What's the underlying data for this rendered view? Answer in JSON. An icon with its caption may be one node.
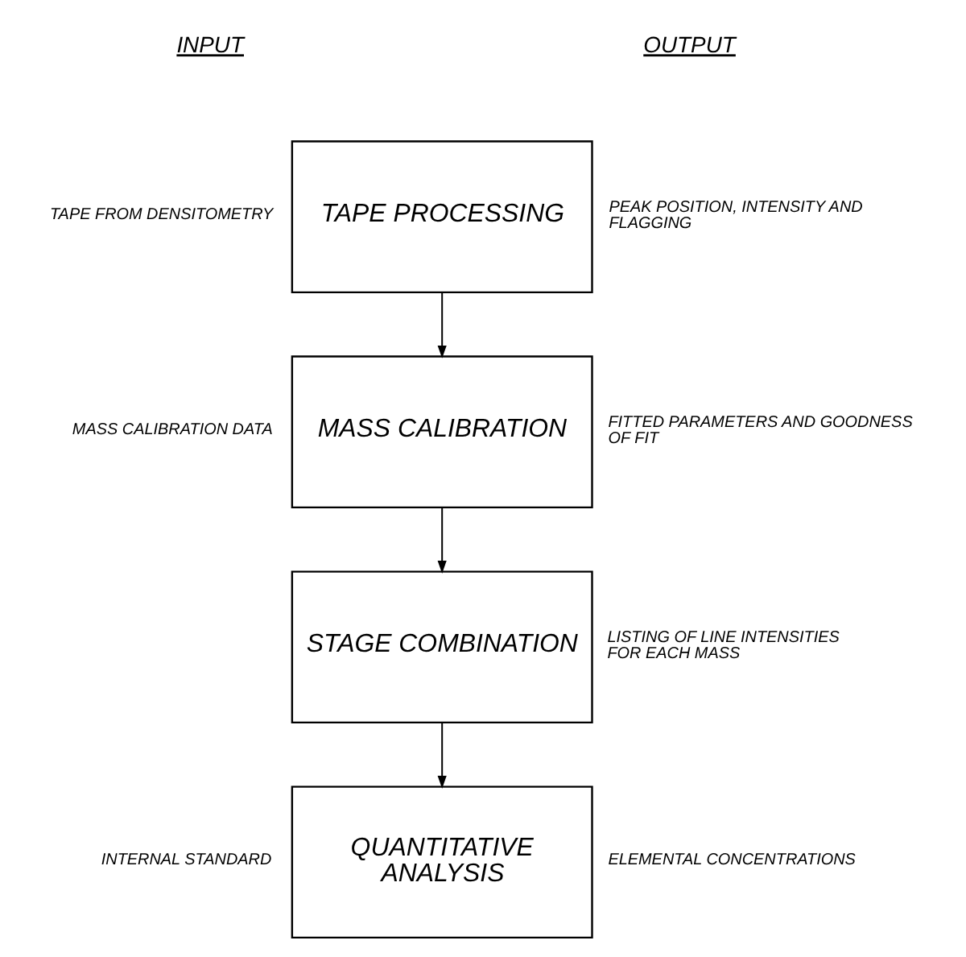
{
  "diagram": {
    "nodes": [
      {
        "text": [
          "TAPE PROCESSING"
        ],
        "beside": [
          "TAPE FROM DENSITOMETRY",
          "PEAK POSITION, INTENSITY AND FLAGGING"
        ]
      },
      {
        "text": [
          "MASS CALIBRATION"
        ],
        "beside": [
          "MASS CALIBRATION DATA",
          "FITTED PARAMETERS AND GOODNESS OF FIT"
        ]
      },
      {
        "text": [
          "STAGE COMBINATION"
        ],
        "beside": [
          "LISTING OF LINE INTENSITIES FOR EACH MASS"
        ]
      },
      {
        "text": [
          "QUANTITATIVE ANALYSIS"
        ],
        "beside": [
          "INTERNAL STANDARD",
          "ELEMENTAL CONCENTRATIONS"
        ]
      }
    ],
    "edges": [
      {
        "from": 0,
        "to": 1,
        "arrow": "to"
      },
      {
        "from": 1,
        "to": 2,
        "arrow": "to"
      },
      {
        "from": 2,
        "to": 3,
        "arrow": "to"
      }
    ],
    "labels": [
      "INPUT",
      "OUTPUT"
    ]
  }
}
